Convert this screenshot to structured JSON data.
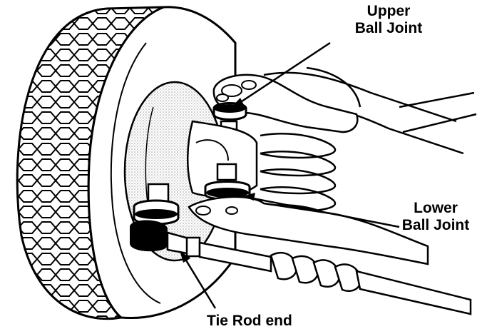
{
  "labels": {
    "upper_ball_joint": [
      "Upper",
      "Ball Joint"
    ],
    "lower_ball_joint": [
      "Lower",
      "Ball Joint"
    ],
    "tie_rod_end": "Tie Rod end"
  },
  "colors": {
    "ink": "#000000",
    "paper": "#ffffff",
    "hub_shade": "#d4d4d4"
  }
}
